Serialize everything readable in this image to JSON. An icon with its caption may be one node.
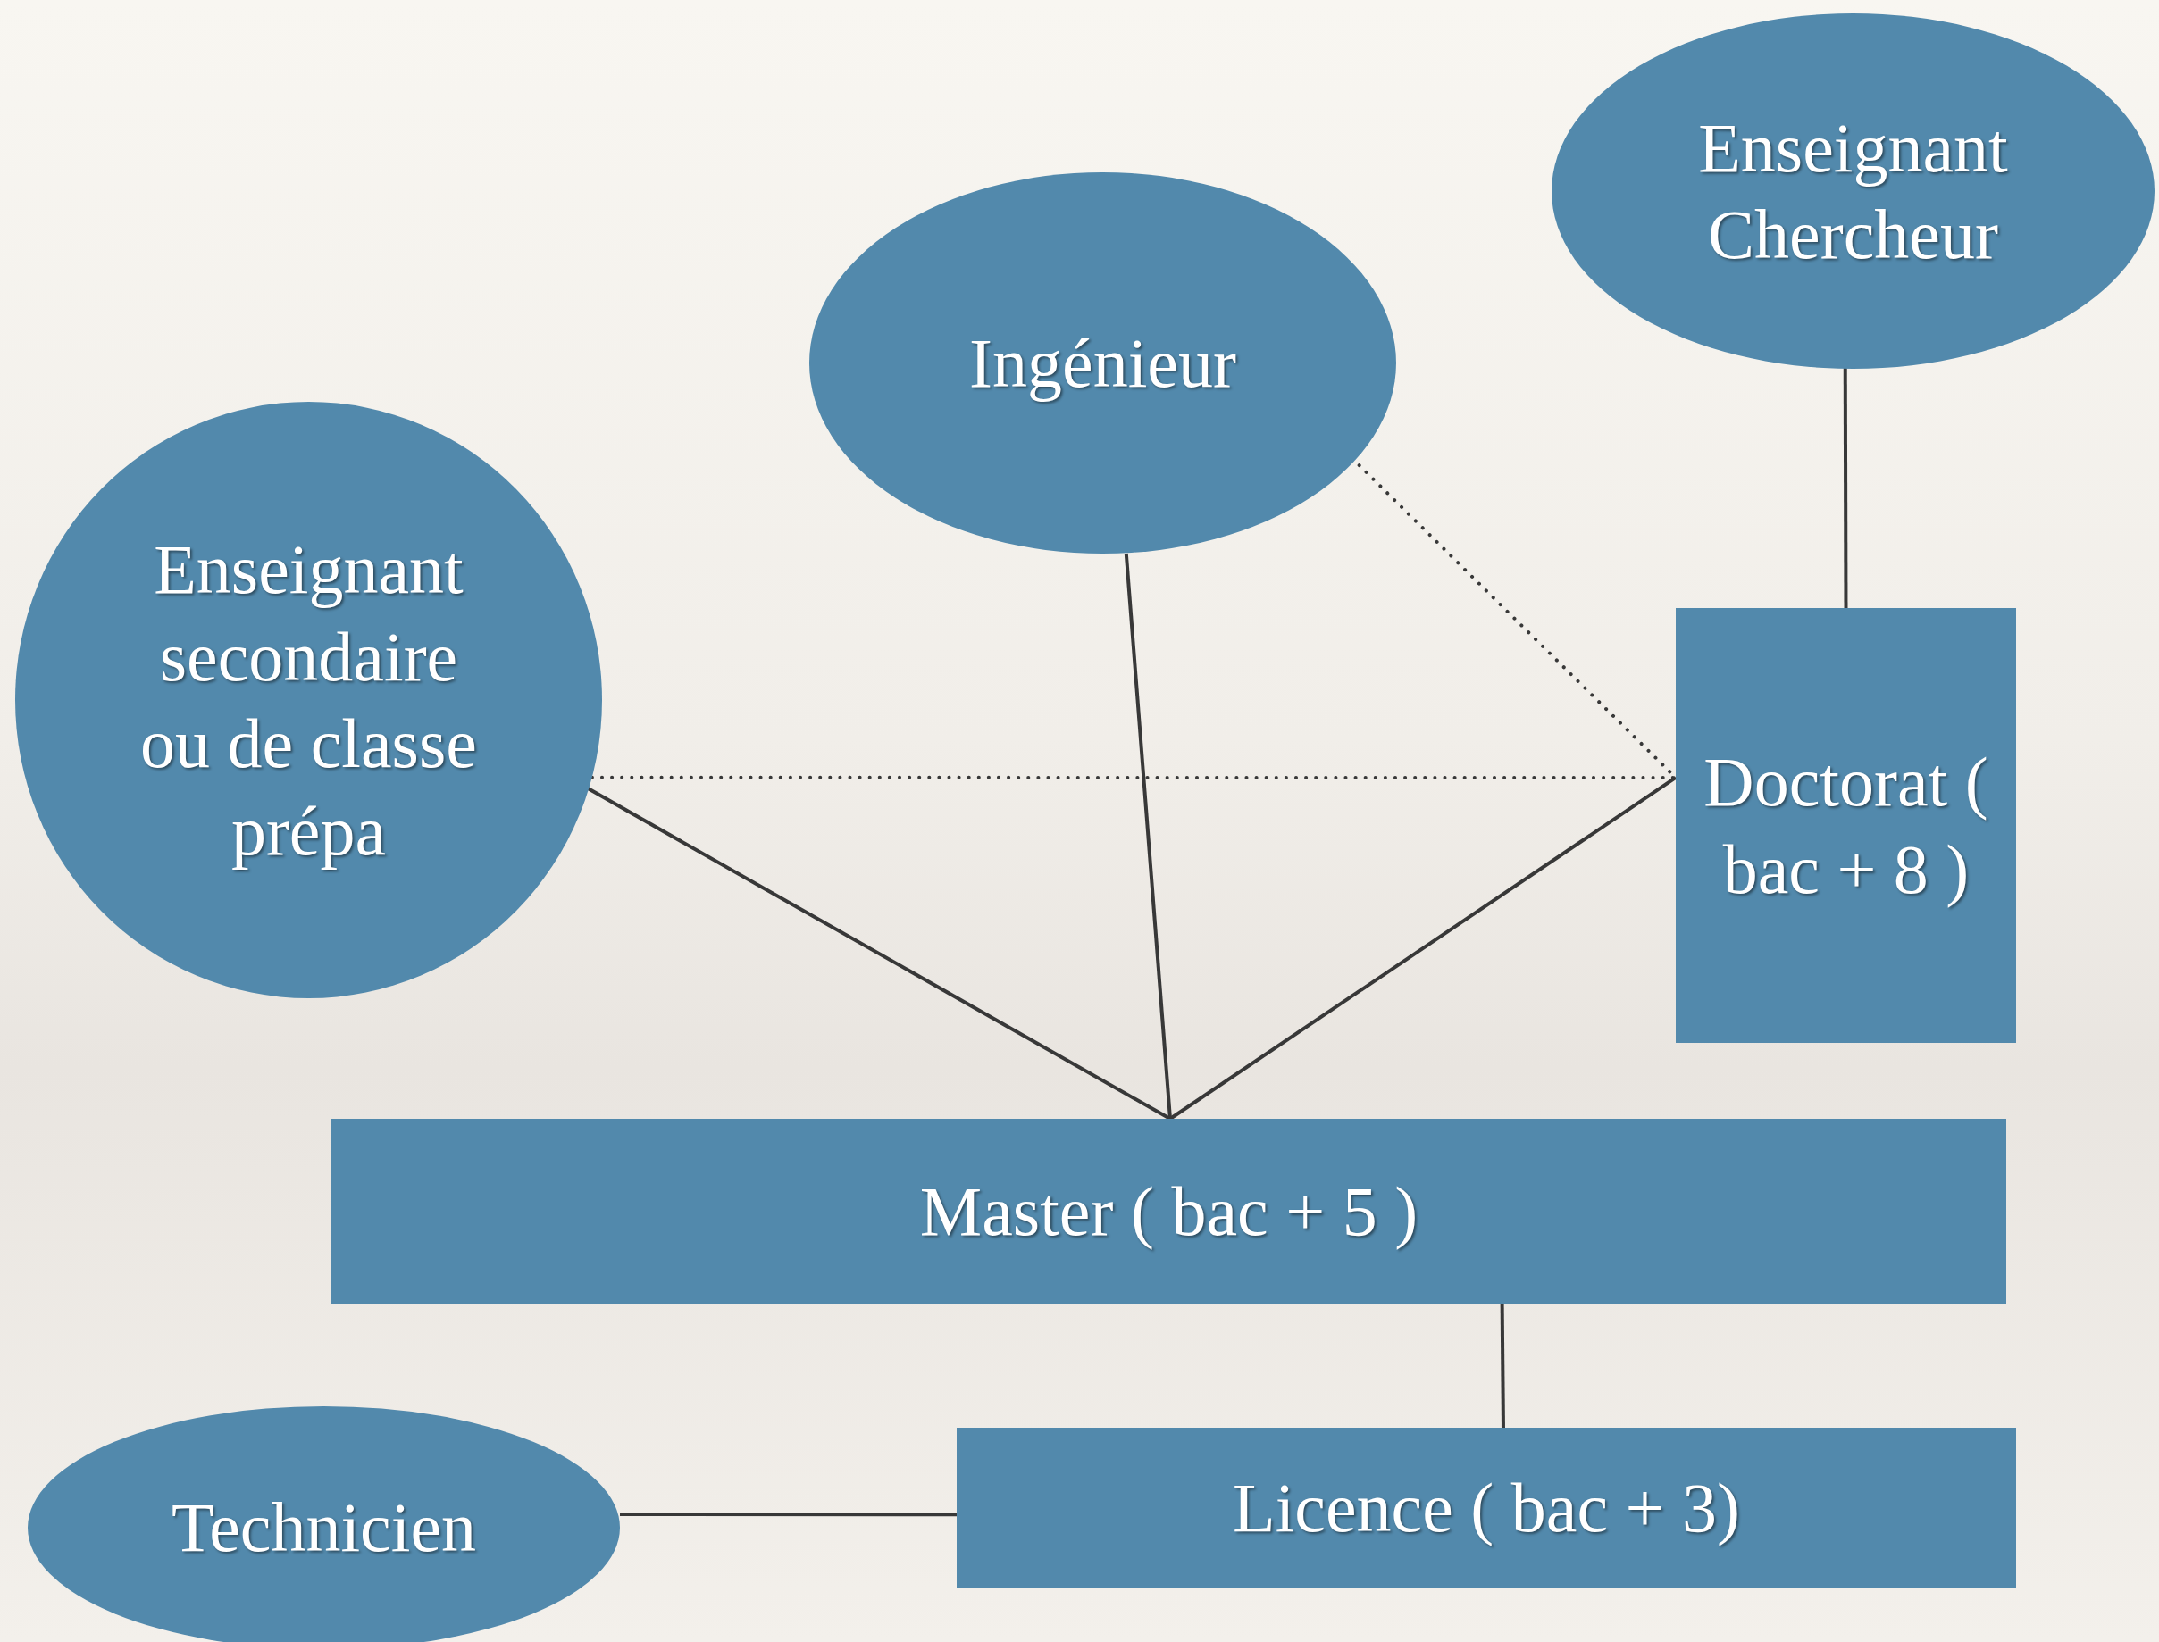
{
  "diagram": {
    "nodes": [
      {
        "text": [
          "Enseignant Chercheur"
        ]
      },
      {
        "text": [
          "Ingénieur"
        ]
      },
      {
        "text": [
          "Enseignant secondaire ou de classe prépa"
        ]
      },
      {
        "text": [
          "Doctorat ( bac + 8 )"
        ]
      },
      {
        "text": [
          "Master ( bac + 5 )"
        ]
      },
      {
        "text": [
          "Technicien"
        ]
      },
      {
        "text": [
          "Licence ( bac + 3)"
        ]
      }
    ],
    "edges": [
      {
        "from": 0,
        "to": 3,
        "arrow": "none"
      },
      {
        "from": 1,
        "to": 3,
        "arrow": "none",
        "style": "dashed"
      },
      {
        "from": 2,
        "to": 3,
        "arrow": "none",
        "style": "dashed"
      },
      {
        "from": 2,
        "to": 4,
        "arrow": "none"
      },
      {
        "from": 1,
        "to": 4,
        "arrow": "none"
      },
      {
        "from": 3,
        "to": 4,
        "arrow": "none"
      },
      {
        "from": 4,
        "to": 6,
        "arrow": "none"
      },
      {
        "from": 5,
        "to": 6,
        "arrow": "none"
      }
    ]
  }
}
